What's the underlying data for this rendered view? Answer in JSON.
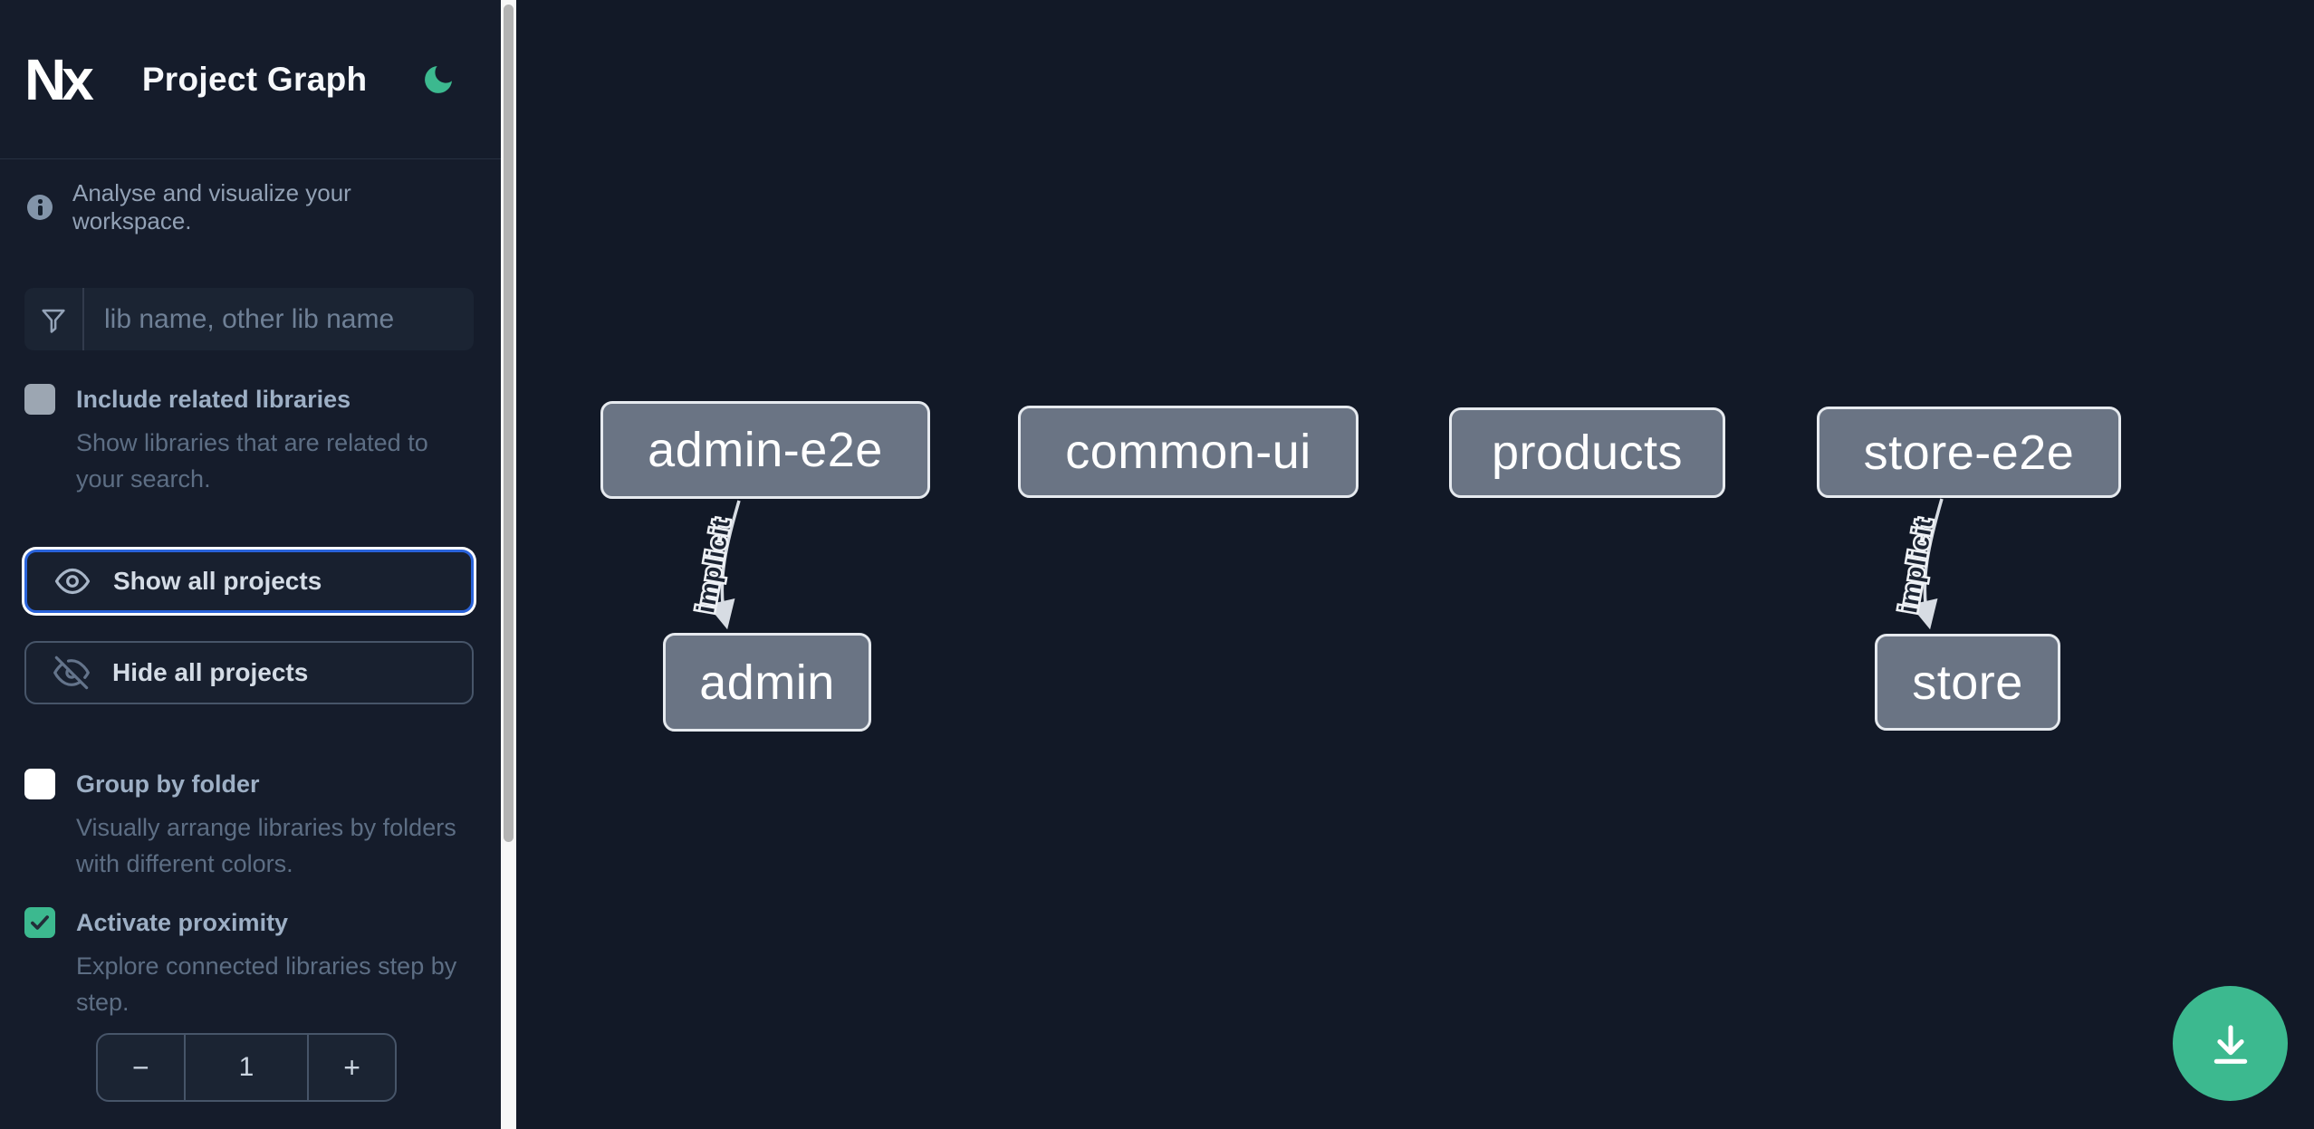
{
  "brand": {
    "logo_text": "Nx",
    "title": "Project Graph"
  },
  "sidebar": {
    "tagline": "Analyse and visualize your workspace.",
    "filter": {
      "placeholder": "lib name, other lib name",
      "value": ""
    },
    "include_related": {
      "label": "Include related libraries",
      "description": "Show libraries that are related to your search.",
      "checked": false
    },
    "show_all_label": "Show all projects",
    "hide_all_label": "Hide all projects",
    "group_by_folder": {
      "label": "Group by folder",
      "description": "Visually arrange libraries by folders with different colors.",
      "checked": false
    },
    "activate_proximity": {
      "label": "Activate proximity",
      "description": "Explore connected libraries step by step.",
      "checked": true
    },
    "proximity_stepper": {
      "decrement_label": "−",
      "value": "1",
      "increment_label": "+"
    }
  },
  "graph": {
    "nodes": [
      {
        "label": "admin-e2e"
      },
      {
        "label": "common-ui"
      },
      {
        "label": "products"
      },
      {
        "label": "store-e2e"
      },
      {
        "label": "admin"
      },
      {
        "label": "store"
      }
    ],
    "edges": [
      {
        "from": "admin-e2e",
        "to": "admin",
        "type": "implicit",
        "label": "implicit"
      },
      {
        "from": "store-e2e",
        "to": "store",
        "type": "implicit",
        "label": "implicit"
      }
    ]
  },
  "icons": {
    "theme_toggle": "moon-icon",
    "filter": "funnel-icon",
    "show_all": "eye-icon",
    "hide_all": "eye-off-icon",
    "fab": "download-icon"
  },
  "colors": {
    "accent_green": "#3cb98f",
    "focus_blue": "#2a63da",
    "sidebar_bg": "#151c2b",
    "canvas_bg": "#121927",
    "node_fill": "#6a7484",
    "node_border": "#e6eaef",
    "edge": "#d7dce3"
  }
}
